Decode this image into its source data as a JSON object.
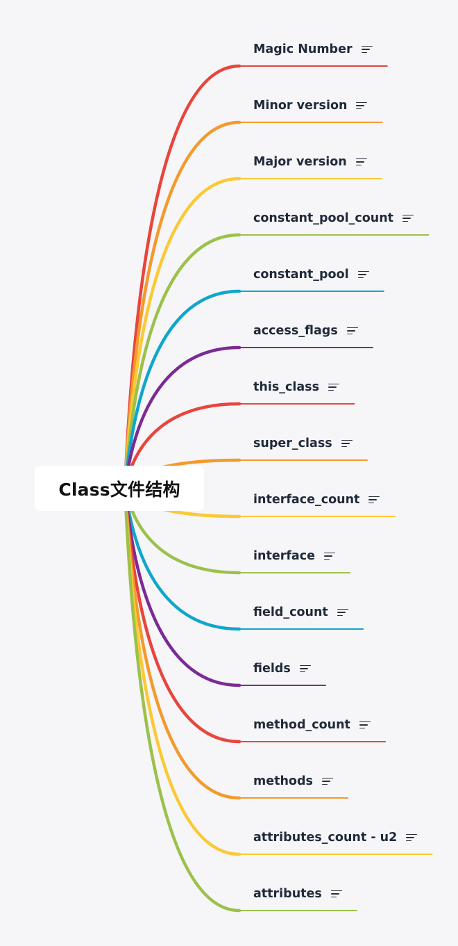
{
  "root": {
    "label": "Class文件结构"
  },
  "branches": [
    {
      "label": "Magic Number",
      "color": "#e8453c",
      "icon": "note-icon"
    },
    {
      "label": "Minor version",
      "color": "#f39a2d",
      "icon": "note-icon"
    },
    {
      "label": "Major version",
      "color": "#fbc934",
      "icon": "note-icon"
    },
    {
      "label": "constant_pool_count",
      "color": "#9cc14b",
      "icon": "note-icon"
    },
    {
      "label": "constant_pool",
      "color": "#10a6cb",
      "icon": "note-icon"
    },
    {
      "label": "access_flags",
      "color": "#7b2b93",
      "icon": "note-icon"
    },
    {
      "label": "this_class",
      "color": "#e8453c",
      "icon": "note-icon"
    },
    {
      "label": "super_class",
      "color": "#f39a2d",
      "icon": "note-icon"
    },
    {
      "label": "interface_count",
      "color": "#fbc934",
      "icon": "note-icon"
    },
    {
      "label": "interface",
      "color": "#9cc14b",
      "icon": "note-icon"
    },
    {
      "label": "field_count",
      "color": "#10a6cb",
      "icon": "note-icon"
    },
    {
      "label": "fields",
      "color": "#7b2b93",
      "icon": "note-icon"
    },
    {
      "label": "method_count",
      "color": "#e8453c",
      "icon": "note-icon"
    },
    {
      "label": "methods",
      "color": "#f39a2d",
      "icon": "note-icon"
    },
    {
      "label": "attributes_count - u2",
      "color": "#fbc934",
      "icon": "note-icon"
    },
    {
      "label": "attributes",
      "color": "#9cc14b",
      "icon": "note-icon"
    }
  ]
}
